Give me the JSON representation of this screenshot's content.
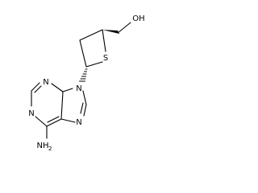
{
  "molecule": {
    "atoms": {
      "oh": "OH",
      "s": "S",
      "n9": "N",
      "n1": "N",
      "n3": "N",
      "n7": "N",
      "nh2_main": "NH",
      "nh2_sub": "2"
    },
    "stereo_bonds": [
      "wedge",
      "hash"
    ]
  }
}
